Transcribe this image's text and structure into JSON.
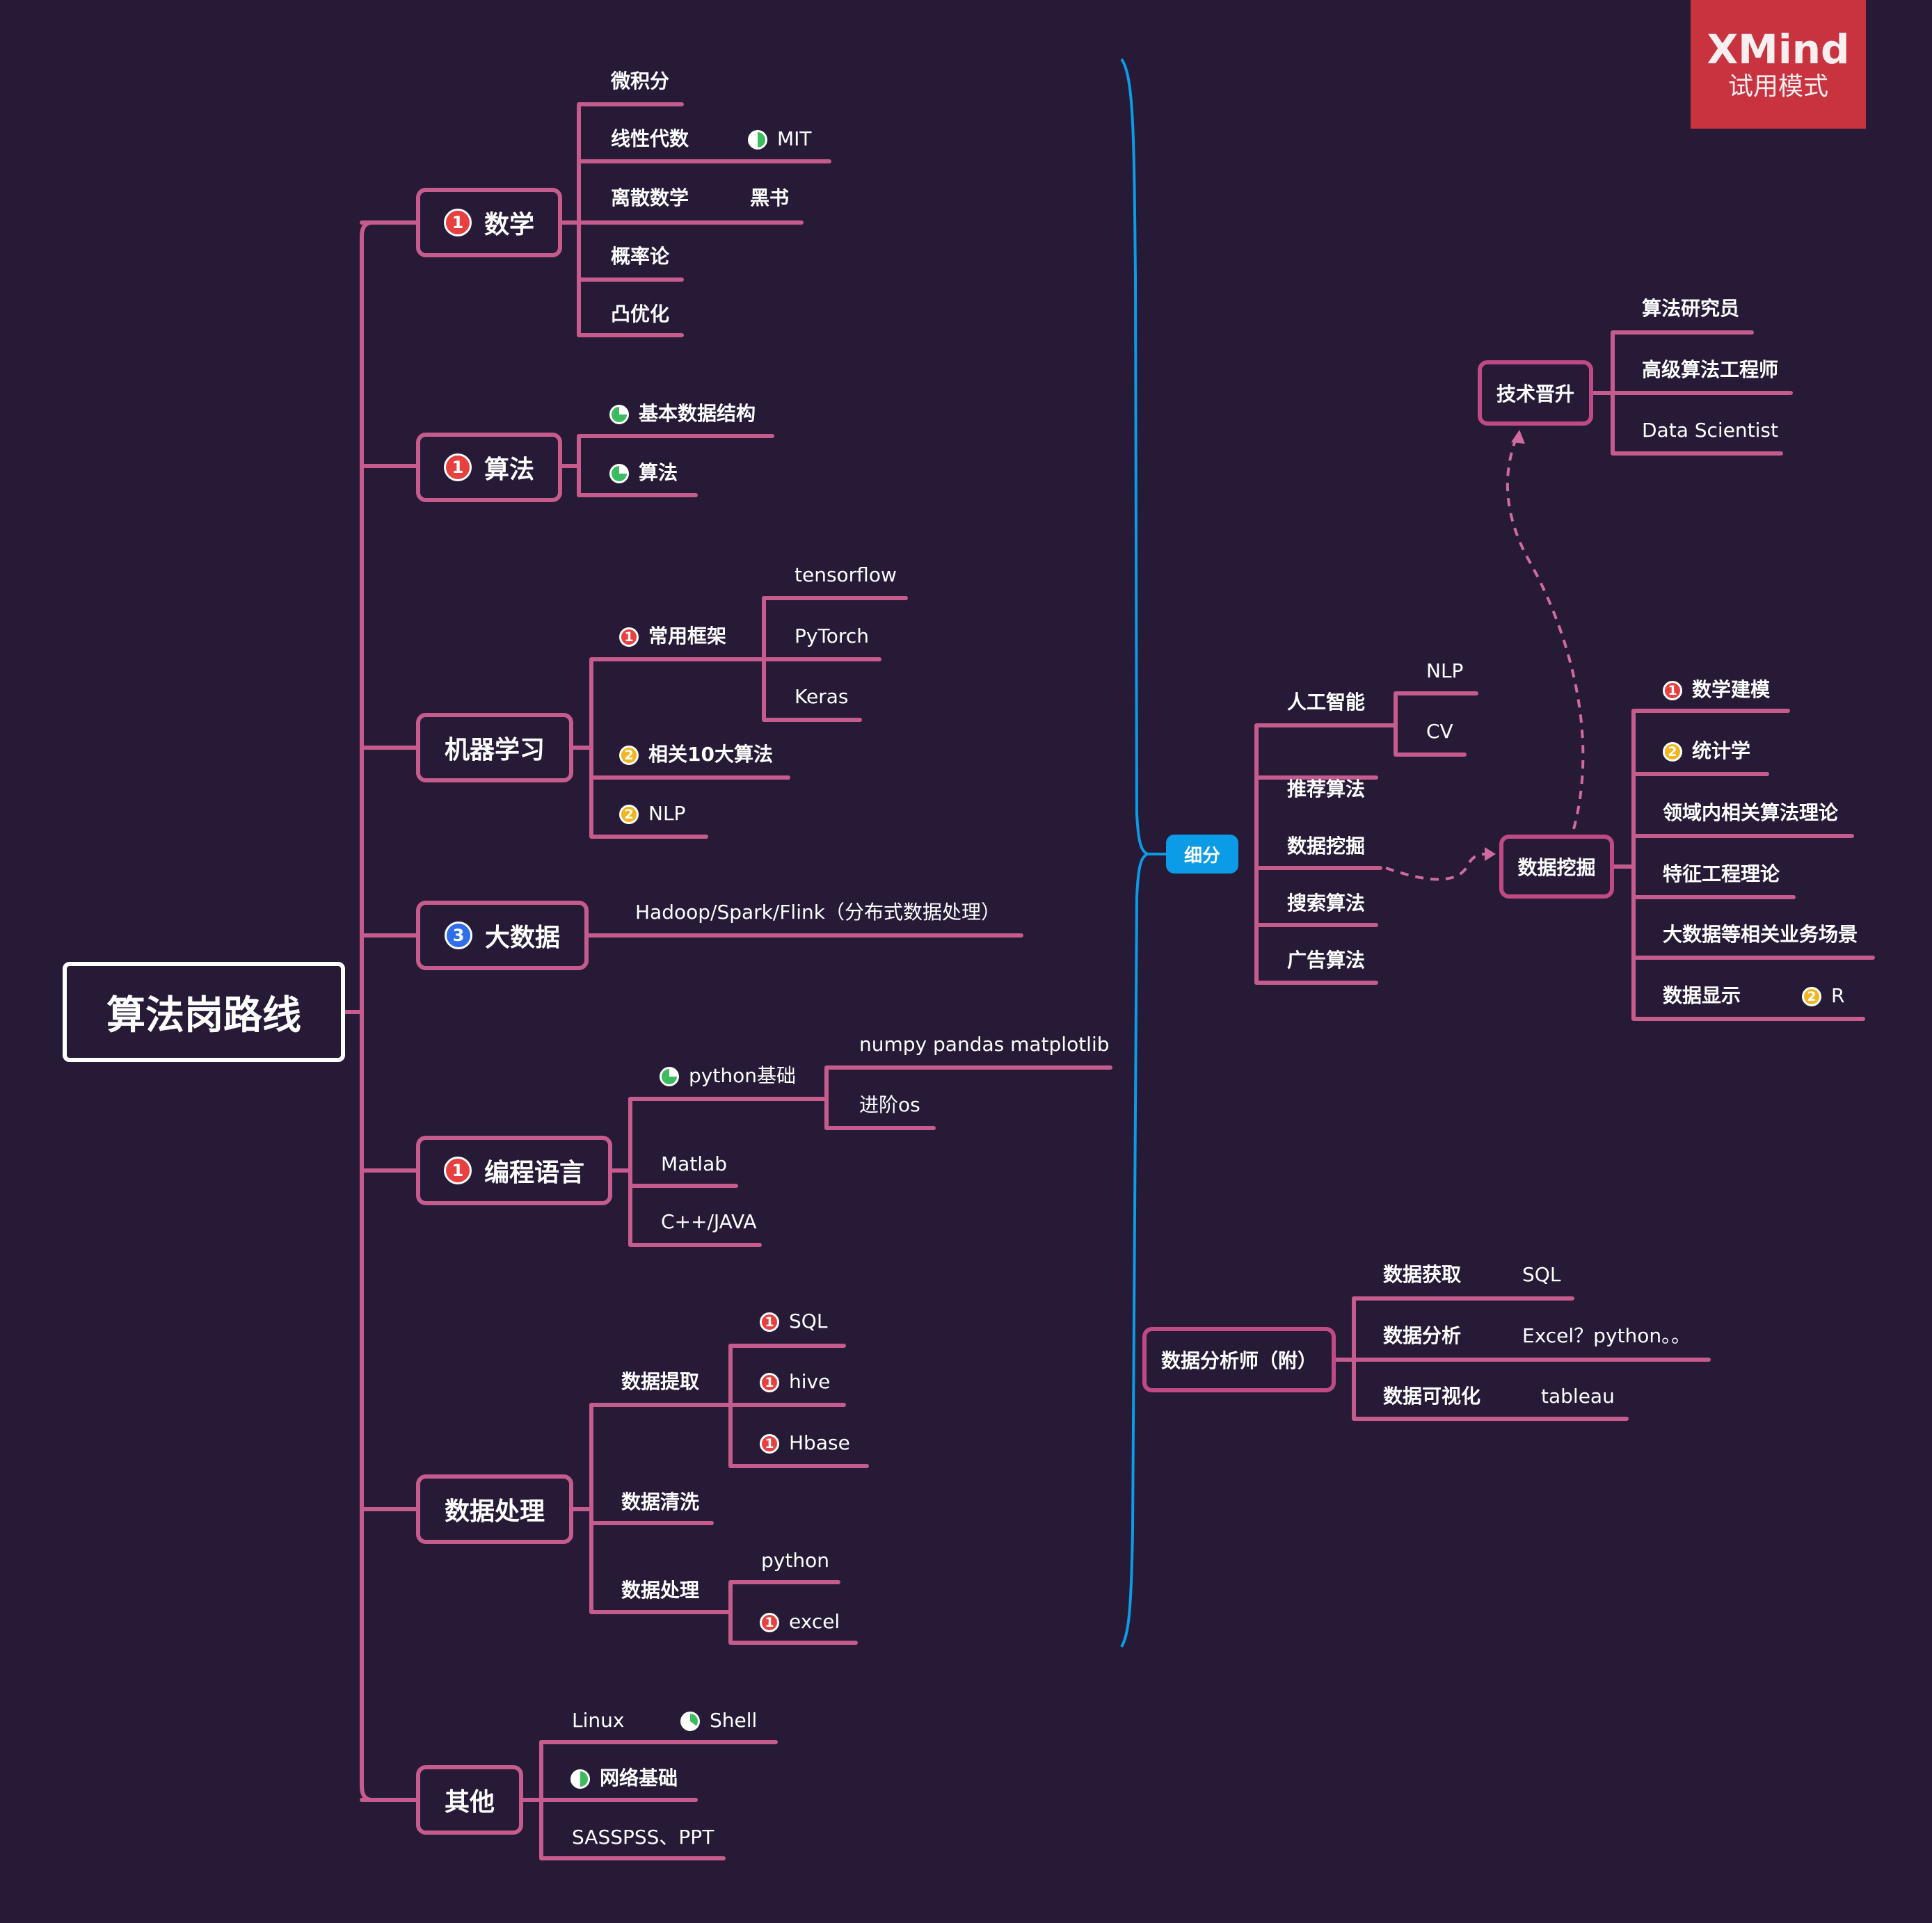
{
  "root": "算法岗路线",
  "watermark": {
    "brand": "XMind",
    "mode": "试用模式"
  },
  "math": {
    "label": "数学",
    "marker": "1",
    "items": [
      "微积分",
      "线性代数",
      "离散数学",
      "概率论",
      "凸优化"
    ],
    "linear_algebra_note": "MIT",
    "discrete_note": "黑书"
  },
  "algo": {
    "label": "算法",
    "marker": "1",
    "items": [
      "基本数据结构",
      "算法"
    ]
  },
  "ml": {
    "label": "机器学习",
    "frameworks": {
      "label": "常用框架",
      "marker": "1",
      "items": [
        "tensorflow",
        "PyTorch",
        "Keras"
      ]
    },
    "top10": {
      "label": "相关10大算法",
      "marker": "2"
    },
    "nlp": {
      "label": "NLP",
      "marker": "2"
    }
  },
  "bigdata": {
    "label": "大数据",
    "marker": "3",
    "item": "Hadoop/Spark/Flink（分布式数据处理）"
  },
  "prog": {
    "label": "编程语言",
    "marker": "1",
    "python": "python基础",
    "python_children": [
      "numpy pandas matplotlib",
      "进阶os"
    ],
    "items": [
      "Matlab",
      "C++/JAVA"
    ]
  },
  "dp": {
    "label": "数据处理",
    "extract": {
      "label": "数据提取",
      "items": [
        "SQL",
        "hive",
        "Hbase"
      ],
      "marker": "1"
    },
    "clean": "数据清洗",
    "process": {
      "label": "数据处理",
      "items": [
        "python",
        "excel"
      ]
    }
  },
  "other": {
    "label": "其他",
    "linux": "Linux",
    "shell": "Shell",
    "network": "网络基础",
    "tools": "SASSPSS、PPT"
  },
  "xifen": {
    "label": "细分",
    "items": [
      "人工智能",
      "推荐算法",
      "数据挖掘",
      "搜索算法",
      "广告算法"
    ],
    "ai_children": [
      "NLP",
      "CV"
    ]
  },
  "dm": {
    "label": "数据挖掘",
    "items": [
      "数学建模",
      "统计学",
      "领域内相关算法理论",
      "特征工程理论",
      "大数据等相关业务场景",
      "数据显示"
    ],
    "math_marker": "1",
    "stat_marker": "2",
    "display_marker": "2",
    "display_note": "R"
  },
  "tech": {
    "label": "技术晋升",
    "items": [
      "算法研究员",
      "高级算法工程师",
      "Data Scientist"
    ]
  },
  "analyst": {
    "label": "数据分析师（附）",
    "items": [
      {
        "label": "数据获取",
        "note": "SQL"
      },
      {
        "label": "数据分析",
        "note": "Excel？python。。"
      },
      {
        "label": "数据可视化",
        "note": "tableau"
      }
    ]
  },
  "colors": {
    "background": "#261a37",
    "branch": "#c65b8e",
    "accent": "#0c9be6",
    "watermark": "#c9333f"
  }
}
